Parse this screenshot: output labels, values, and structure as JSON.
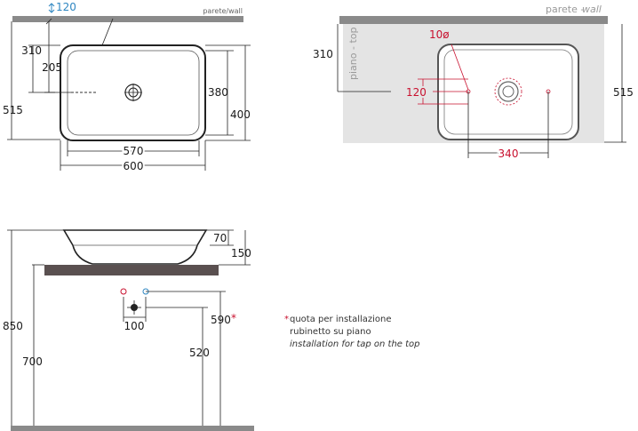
{
  "top_view": {
    "wall_label": "parete/wall",
    "height_label": "120",
    "dims": {
      "d310": "310",
      "d205": "205",
      "d515": "515",
      "d380": "380",
      "d400": "400",
      "d570": "570",
      "d600": "600"
    }
  },
  "right_view": {
    "wall_label_a": "parete - ",
    "wall_label_b": "wall",
    "top_label": "piano - top",
    "hole_label": "10ø",
    "dims": {
      "d310": "310",
      "d120": "120",
      "d515": "515",
      "d340": "340"
    }
  },
  "side_view": {
    "dims": {
      "d70": "70",
      "d150": "150",
      "d850": "850",
      "d700": "700",
      "d100": "100",
      "d520": "520",
      "d590": "590",
      "d590_mark": "*"
    }
  },
  "note": {
    "line1_mark": "*",
    "line1": "quota per installazione",
    "line2": "rubinetto su piano",
    "line3": "installation for tap on the top"
  },
  "colors": {
    "accent_red": "#c8102e",
    "accent_blue": "#2e86c1",
    "counter": "#5a5050",
    "panel": "#e4e4e4"
  }
}
